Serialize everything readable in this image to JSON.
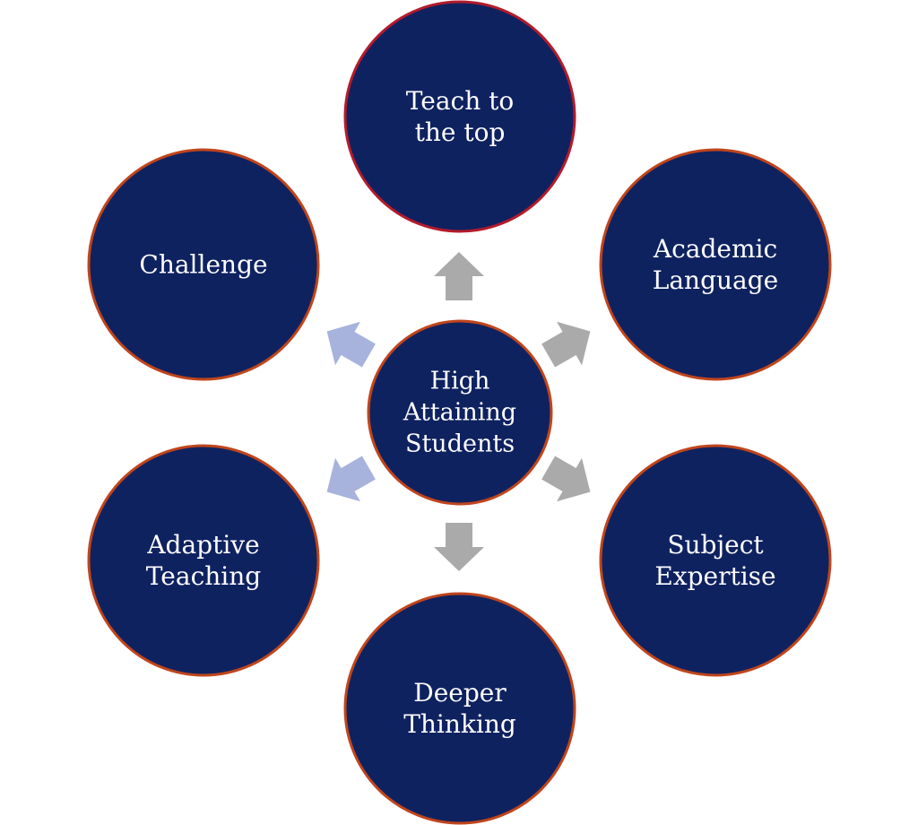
{
  "center": {
    "lines": [
      "High",
      "Attaining",
      "Students"
    ]
  },
  "nodes": [
    {
      "id": "teach-to-the-top",
      "lines": [
        "Teach to",
        "the top"
      ]
    },
    {
      "id": "academic-language",
      "lines": [
        "Academic",
        "Language"
      ]
    },
    {
      "id": "subject-expertise",
      "lines": [
        "Subject",
        "Expertise"
      ]
    },
    {
      "id": "deeper-thinking",
      "lines": [
        "Deeper",
        "Thinking"
      ]
    },
    {
      "id": "adaptive-teaching",
      "lines": [
        "Adaptive",
        "Teaching"
      ]
    },
    {
      "id": "challenge",
      "lines": [
        "Challenge"
      ]
    }
  ],
  "colors": {
    "circle_fill": "#0f2260",
    "top_border": "#b31b2c",
    "outer_border": "#c0451c",
    "center_border": "#c0451c",
    "arrow_grey": "#aaaaaa",
    "arrow_blue": "#a7b3dc"
  }
}
